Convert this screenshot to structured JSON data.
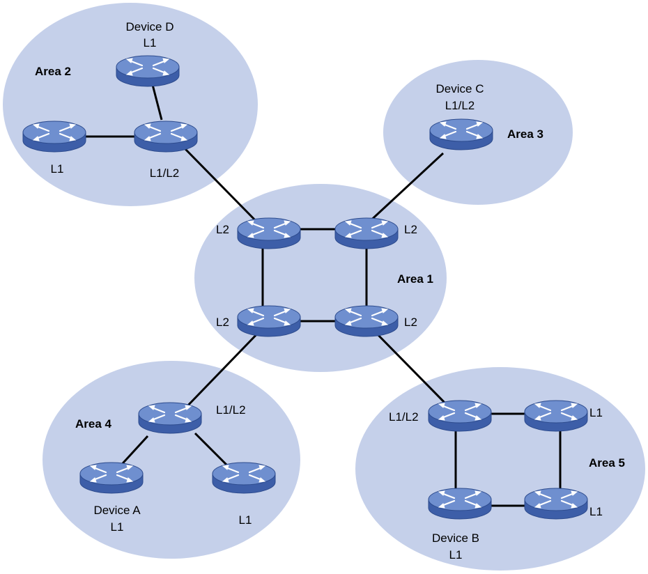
{
  "colors": {
    "area_fill": "#c5d0ea",
    "router_top": "#6f8fcf",
    "router_side": "#3d5ea8",
    "router_edge": "#2c4a8c",
    "link": "#000000"
  },
  "icon": "router-icon",
  "areas": {
    "area1": "Area 1",
    "area2": "Area 2",
    "area3": "Area 3",
    "area4": "Area 4",
    "area5": "Area 5"
  },
  "devices": {
    "area2_top": {
      "name": "Device D",
      "level": "L1"
    },
    "area2_left": {
      "level": "L1"
    },
    "area2_border": {
      "level": "L1/L2"
    },
    "area3_border": {
      "name": "Device C",
      "level": "L1/L2"
    },
    "area1_tl": {
      "level": "L2"
    },
    "area1_tr": {
      "level": "L2"
    },
    "area1_bl": {
      "level": "L2"
    },
    "area1_br": {
      "level": "L2"
    },
    "area4_border": {
      "level": "L1/L2"
    },
    "area4_left": {
      "name": "Device A",
      "level": "L1"
    },
    "area4_right": {
      "level": "L1"
    },
    "area5_tl": {
      "level": "L1/L2"
    },
    "area5_tr": {
      "level": "L1"
    },
    "area5_bl": {
      "name": "Device B",
      "level": "L1"
    },
    "area5_br": {
      "level": "L1"
    }
  }
}
